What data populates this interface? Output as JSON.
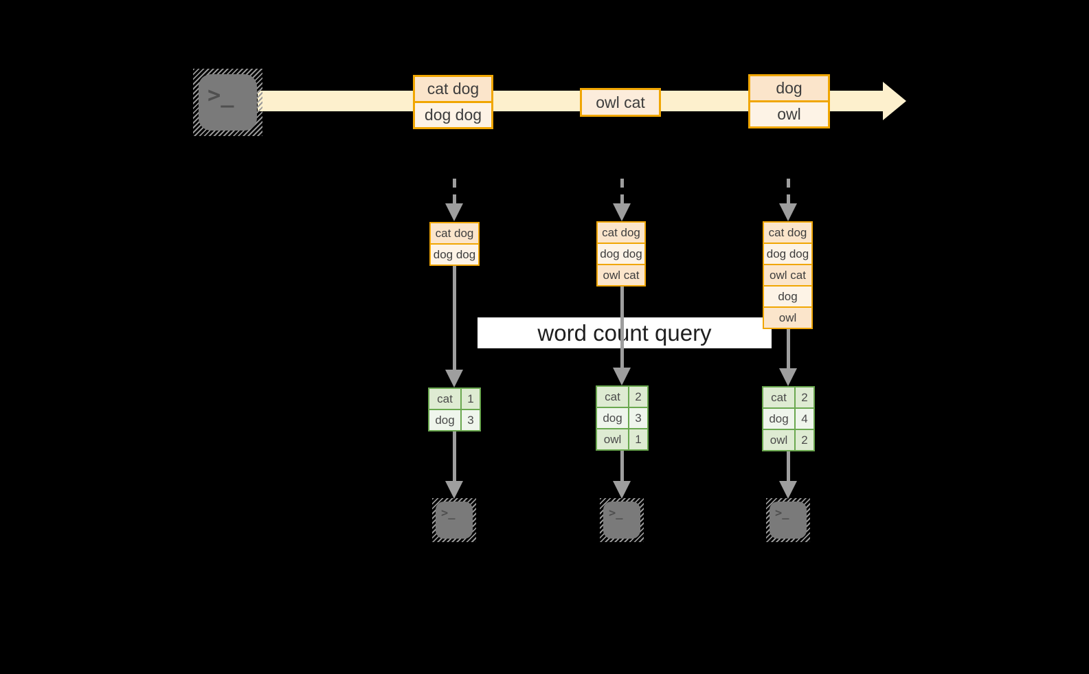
{
  "banner": {
    "label": "word count query"
  },
  "stream_events": [
    {
      "name": "event-1",
      "lines": [
        "cat dog",
        "dog dog"
      ]
    },
    {
      "name": "event-2",
      "lines": [
        "owl cat"
      ]
    },
    {
      "name": "event-3",
      "lines": [
        "dog",
        "owl"
      ]
    }
  ],
  "processors": [
    {
      "buffer": [
        "cat dog",
        "dog dog"
      ],
      "counts": [
        {
          "word": "cat",
          "count": "1"
        },
        {
          "word": "dog",
          "count": "3"
        }
      ]
    },
    {
      "buffer": [
        "cat dog",
        "dog dog",
        "owl cat"
      ],
      "counts": [
        {
          "word": "cat",
          "count": "2"
        },
        {
          "word": "dog",
          "count": "3"
        },
        {
          "word": "owl",
          "count": "1"
        }
      ]
    },
    {
      "buffer": [
        "cat dog",
        "dog dog",
        "owl cat",
        "dog",
        "owl"
      ],
      "counts": [
        {
          "word": "cat",
          "count": "2"
        },
        {
          "word": "dog",
          "count": "4"
        },
        {
          "word": "owl",
          "count": "2"
        }
      ]
    }
  ],
  "icons": {
    "source": "terminal-icon",
    "sinks": [
      "terminal-icon",
      "terminal-icon",
      "terminal-icon"
    ]
  },
  "colors": {
    "background": "#000000",
    "stream_band": "#fdf0cd",
    "event_border": "#f0a602",
    "event_fill_dark": "#fbe5cb",
    "event_fill_light": "#fdf3e6",
    "event_fill_mid": "#fcecdb",
    "table_border": "#6aa84f",
    "table_fill_dark": "#deebd2",
    "table_fill_light": "#eff5ec",
    "arrow_gray": "#9e9e9e",
    "terminal_gray": "#7a7a7a",
    "banner_bg": "#ffffff",
    "text_dark": "#3d3d3d"
  }
}
